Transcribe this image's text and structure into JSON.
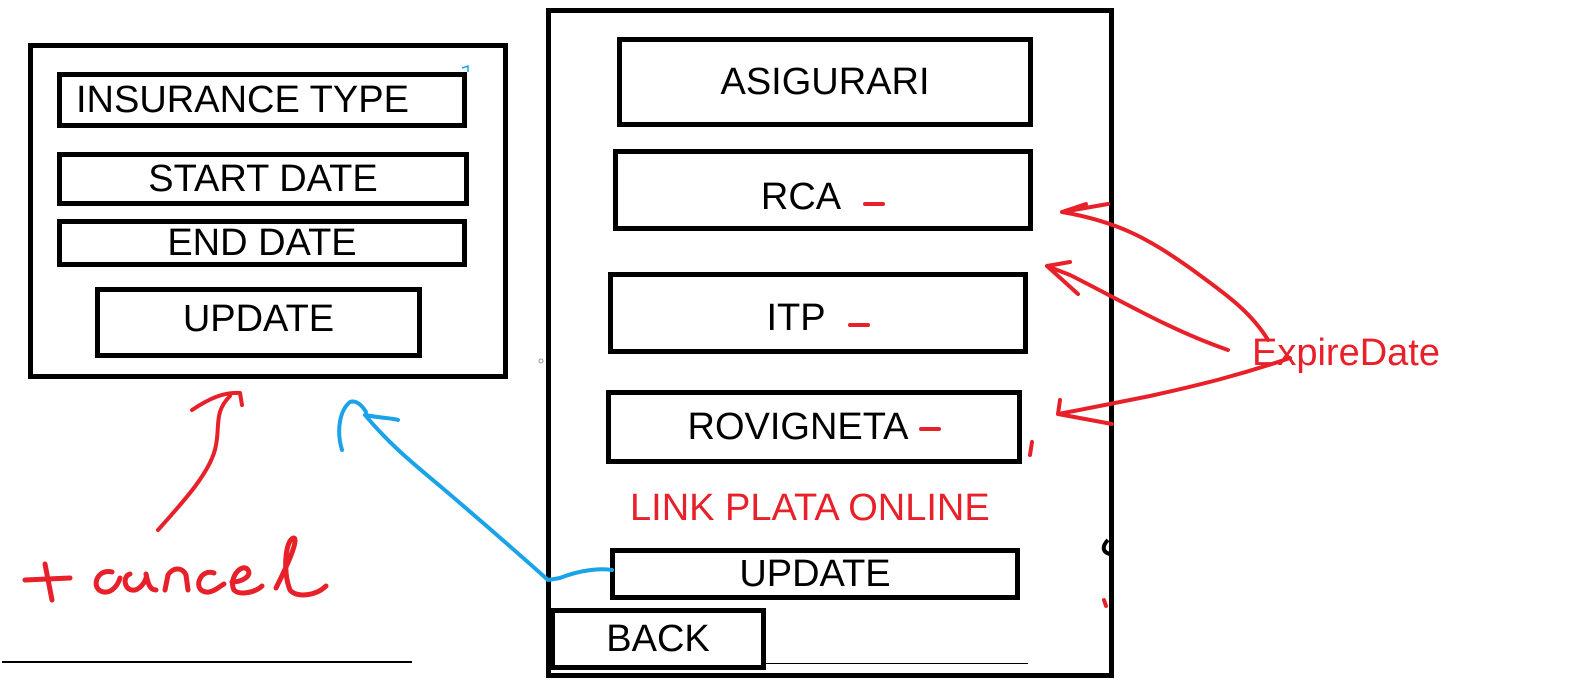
{
  "update_form": {
    "insurance_type_label": "INSURANCE TYPE",
    "start_date_label": "START DATE",
    "end_date_label": "END DATE",
    "update_label": "UPDATE"
  },
  "main_screen": {
    "title": "ASIGURARI",
    "items": [
      {
        "label": "RCA"
      },
      {
        "label": "ITP"
      },
      {
        "label": "ROVIGNETA"
      }
    ],
    "link_label": "LINK PLATA ONLINE",
    "update_label": "UPDATE",
    "back_label": "BACK"
  },
  "annotations": {
    "expire_date_note": "ExpireDate",
    "cancel_note": "+ cancel"
  },
  "colors": {
    "annotation_red": "#e8202a",
    "annotation_blue": "#1aa3e8",
    "wireframe": "#000000"
  }
}
